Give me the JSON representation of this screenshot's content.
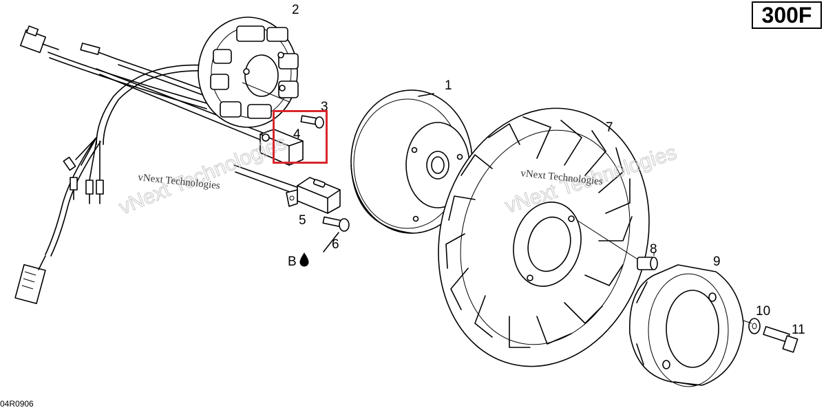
{
  "model_code": "300F",
  "drawing_number": "04R0906",
  "watermark": {
    "small_text": "vNext Technologies",
    "large_text": "vNext Technologies"
  },
  "callouts": [
    {
      "id": "callout-1",
      "text": "1"
    },
    {
      "id": "callout-2",
      "text": "2"
    },
    {
      "id": "callout-3",
      "text": "3"
    },
    {
      "id": "callout-4",
      "text": "4"
    },
    {
      "id": "callout-5",
      "text": "5"
    },
    {
      "id": "callout-6",
      "text": "6"
    },
    {
      "id": "callout-7",
      "text": "7"
    },
    {
      "id": "callout-8",
      "text": "8"
    },
    {
      "id": "callout-9",
      "text": "9"
    },
    {
      "id": "callout-10",
      "text": "10"
    },
    {
      "id": "callout-11",
      "text": "11"
    }
  ],
  "annotation": {
    "text": "B",
    "icon": "oil-drop-icon"
  },
  "highlight": {
    "part": "4",
    "color": "#d8262c"
  }
}
